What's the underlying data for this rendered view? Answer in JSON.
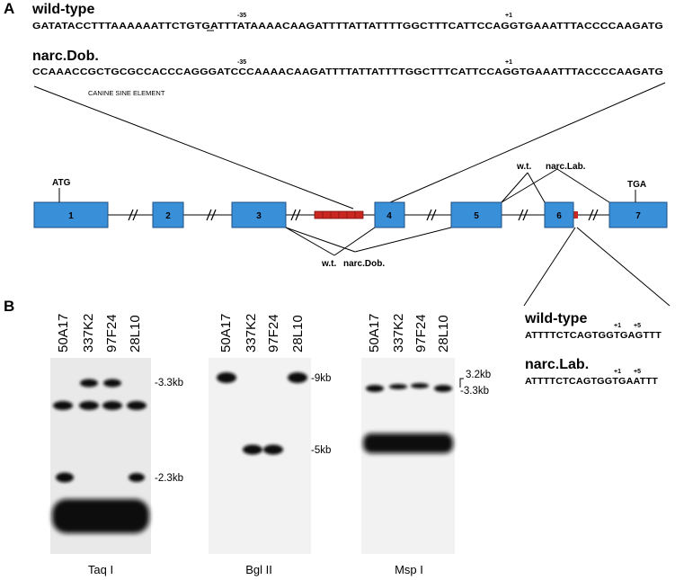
{
  "panelA": {
    "letter": "A",
    "wildtype": {
      "title": "wild-type",
      "sequence": "GATATACCTTTAAAAAATTCTGTGATTTATAAAACAAGATTTTATTATTTTGGCTTTCATTCCAGGTGAAATTTACCCCAAGATG",
      "mark_minus35": "-35",
      "mark_plus1": "+1"
    },
    "narcdob": {
      "title": "narc.Dob.",
      "sequence": "CCAAACCGCTGCGCCACCCAGGGATCCCAAAACAAGATTTTATTATTTTGGCTTTCATTCCAGGTGAAATTTACCCCAAGATG",
      "mark_minus35": "-35",
      "mark_plus1": "+1"
    },
    "sine_label": "CANINE SINE ELEMENT",
    "gene": {
      "exons": [
        "1",
        "2",
        "3",
        "4",
        "5",
        "6",
        "7"
      ],
      "atg": "ATG",
      "tga": "TGA",
      "wt_top": "w.t.",
      "narclab_top": "narc.Lab.",
      "wt_bottom": "w.t.",
      "narcdob_bottom": "narc.Dob."
    },
    "splice_box": {
      "wildtype_title": "wild-type",
      "wildtype_seq": "ATTTTCTCAGTGGTGAGTTT",
      "narclab_title": "narc.Lab.",
      "narclab_seq": "ATTTTCTCAGTGGTGAATTT",
      "mark_plus1": "+1",
      "mark_plus5": "+5"
    }
  },
  "panelB": {
    "letter": "B",
    "blots": [
      {
        "enzyme": "Taq I",
        "lanes": [
          "50A17",
          "337K2",
          "97F24",
          "28L10"
        ],
        "size_markers": [
          "-3.3kb",
          "-2.3kb"
        ]
      },
      {
        "enzyme": "Bgl II",
        "lanes": [
          "50A17",
          "337K2",
          "97F24",
          "28L10"
        ],
        "size_markers": [
          "-9kb",
          "-5kb"
        ]
      },
      {
        "enzyme": "Msp I",
        "lanes": [
          "50A17",
          "337K2",
          "97F24",
          "28L10"
        ],
        "size_markers": [
          "3.2kb",
          "-3.3kb"
        ]
      }
    ]
  }
}
